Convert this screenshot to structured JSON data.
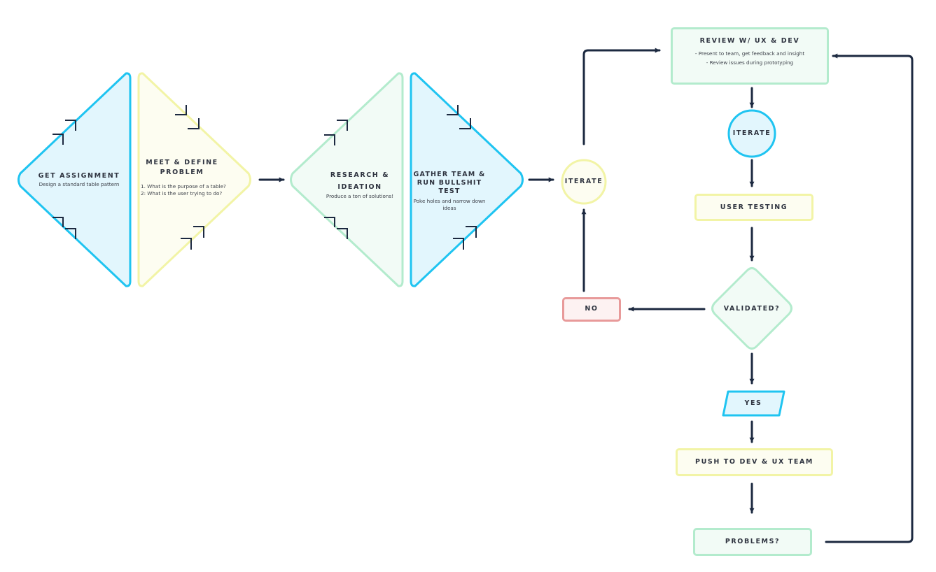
{
  "colors": {
    "blue_stroke": "#1fc4f1",
    "blue_fill": "#e2f6fd",
    "yellow_stroke": "#f2f4a6",
    "yellow_fill": "#fdfdf1",
    "green_stroke": "#b3ebcd",
    "green_fill": "#f2fbf6",
    "red_stroke": "#e89a9a",
    "red_fill": "#fdf2f2",
    "arrow": "#1c2940"
  },
  "stages": {
    "get_assignment": {
      "title": "GET ASSIGNMENT",
      "desc": "Design a standard table pattern"
    },
    "meet_define": {
      "title": "MEET & DEFINE PROBLEM",
      "desc_1": "1. What is the purpose of a table?",
      "desc_2": "2: What is the user trying to do?"
    },
    "research": {
      "title": "RESEARCH & IDEATION",
      "desc": "Produce a ton of solutions!"
    },
    "gather_team": {
      "title": "GATHER TEAM & RUN BULLSHIT TEST",
      "desc": "Poke holes and narrow down ideas"
    }
  },
  "nodes": {
    "iterate_left": "ITERATE",
    "review": {
      "title": "REVIEW W/ UX & DEV",
      "desc_1": "- Present to team, get feedback and insight",
      "desc_2": "- Review issues during prototyping"
    },
    "iterate_right": "ITERATE",
    "user_testing": "USER TESTING",
    "validated": "VALIDATED?",
    "no": "NO",
    "yes": "YES",
    "push": "PUSH TO DEV & UX TEAM",
    "problems": "PROBLEMS?"
  }
}
